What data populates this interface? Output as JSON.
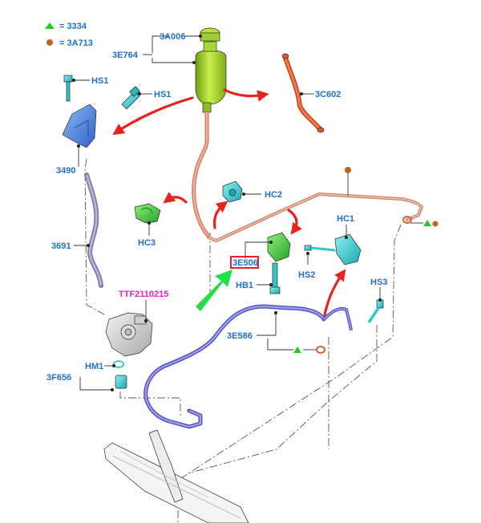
{
  "legend": {
    "items": [
      {
        "symbol": "green-triangle",
        "color": "#22cc22",
        "text": "= 3334"
      },
      {
        "symbol": "brown-dot",
        "color": "#c0651c",
        "text": "= 3A713"
      }
    ]
  },
  "callouts": {
    "3A006": "3A006",
    "3E764": "3E764",
    "3C602": "3C602",
    "HS1_a": "HS1",
    "HS1_b": "HS1",
    "3490": "3490",
    "HC2": "HC2",
    "HC3": "HC3",
    "HC1": "HC1",
    "3691": "3691",
    "3E506": "3E506",
    "HB1": "HB1",
    "HS2": "HS2",
    "HS3": "HS3",
    "TTF2110215": "TTF2110215",
    "3E586": "3E586",
    "HM1": "HM1",
    "3F656": "3F656"
  },
  "colors": {
    "callout_text": "#1f6fd6",
    "highlight_box": "#e8231f",
    "magenta_text": "#e21fd0",
    "reservoir": "#9bd12a",
    "red_line": "#e0572c",
    "pressure_line": "#6b6bd8",
    "clip_cyan": "#2cc9c9",
    "clip_green": "#3ec63e",
    "bracket_blue": "#3f7fe0",
    "pipe_copper": "#d99a80"
  }
}
